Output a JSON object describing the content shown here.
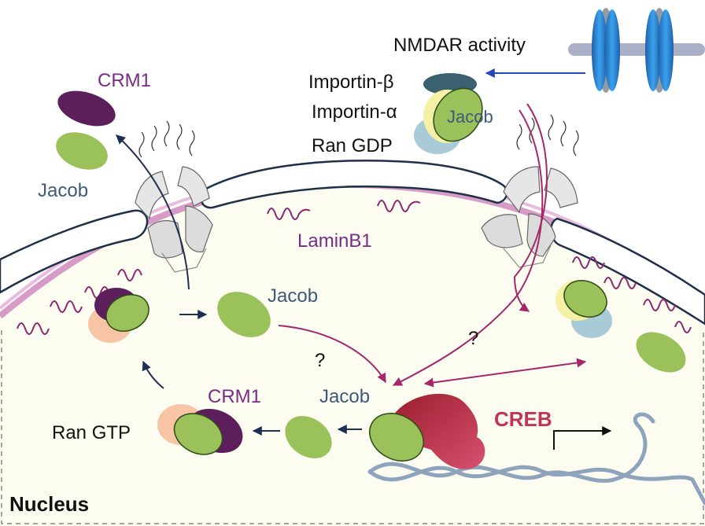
{
  "labels": {
    "nmdar_activity": "NMDAR activity",
    "importin_beta": "Importin-β",
    "importin_alpha": "Importin-α",
    "jacob_complex": "Jacob",
    "ran_gdp": "Ran GDP",
    "crm1_top": "CRM1",
    "jacob_exported": "Jacob",
    "laminb1": "LaminB1",
    "jacob_free": "Jacob",
    "question_left": "?",
    "question_right": "?",
    "jacob_creb": "Jacob",
    "creb": "CREB",
    "crm1_bottom": "CRM1",
    "ran_gtp": "Ran GTP",
    "nucleus": "Nucleus"
  },
  "colors": {
    "jacob": "#9bc15a",
    "crm1": "#5c1f5c",
    "importin_beta": "#3b6070",
    "importin_alpha": "#f4f1a6",
    "ran_gdp": "#a9cbd8",
    "ran_gtp": "#f7c4a6",
    "creb_dark": "#a3203f",
    "creb_light": "#d2456e",
    "lamina": "#d89bc8",
    "laminb1": "#8c2a70",
    "label_blue": "#3f5a78",
    "label_purple": "#7a2b85",
    "arrow_navy": "#1f2e52",
    "arrow_magenta": "#a3276a",
    "nucleoplasm": "#fdfcf0",
    "dna": "#8ea4bd",
    "nmdar_blue": "#2b86d6"
  }
}
